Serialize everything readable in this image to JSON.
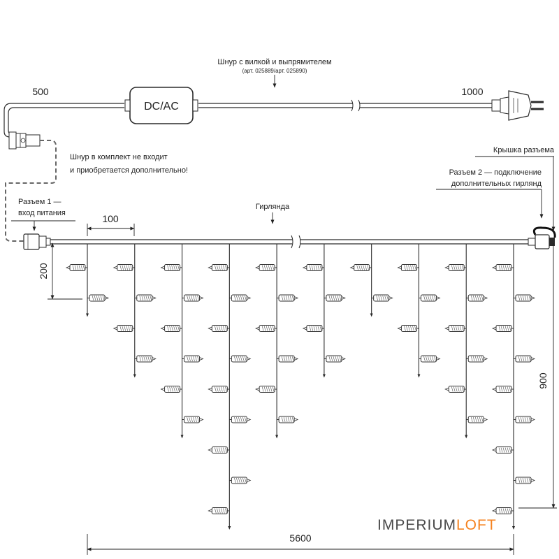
{
  "labels": {
    "cord_title": "Шнур с вилкой и выпрямителем",
    "cord_articles": "(арт. 025889/арт. 025890)",
    "len_500": "500",
    "len_1000": "1000",
    "adapter": "DC/AC",
    "not_included_line1": "Шнур в комплект не входит",
    "not_included_line2": "и приобретается дополнительно!",
    "connector1_line1": "Разъем 1 —",
    "connector1_line2": "вход питания",
    "spacing_100": "100",
    "garland": "Гирлянда",
    "cap": "Крышка разъема",
    "connector2_line1": "Разъем 2 — подключение",
    "connector2_line2": "дополнительных гирлянд",
    "dim_200": "200",
    "dim_900": "900",
    "dim_5600": "5600"
  },
  "brand": {
    "part1": "IMPERIUM",
    "part2": "LOFT",
    "color1": "#4a4a4a",
    "color2": "#f5821f"
  },
  "colors": {
    "wire": "#2b2b2b",
    "dashed": "#666666"
  },
  "strands": [
    {
      "bulbs": 2
    },
    {
      "bulbs": 4
    },
    {
      "bulbs": 6
    },
    {
      "bulbs": 9
    },
    {
      "bulbs": 6
    },
    {
      "bulbs": 4
    },
    {
      "bulbs": 2
    },
    {
      "bulbs": 4
    },
    {
      "bulbs": 6
    },
    {
      "bulbs": 9
    }
  ]
}
